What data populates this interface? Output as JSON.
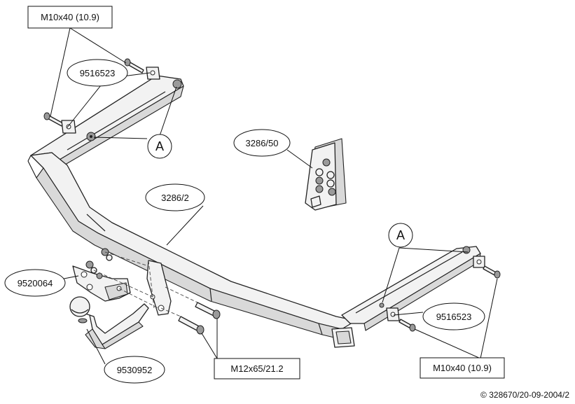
{
  "labels": {
    "bolt_top": "M10x40 (10.9)",
    "plate_top": "9516523",
    "ref_a_top": "A",
    "kit": "3286/50",
    "bar": "3286/2",
    "ref_a_right": "A",
    "bracket": "9520064",
    "plate_right": "9516523",
    "ball": "9530952",
    "bolt_mid": "M12x65/21.2",
    "bolt_right": "M10x40 (10.9)"
  },
  "copyright": "© 328670/20-09-2004/2"
}
